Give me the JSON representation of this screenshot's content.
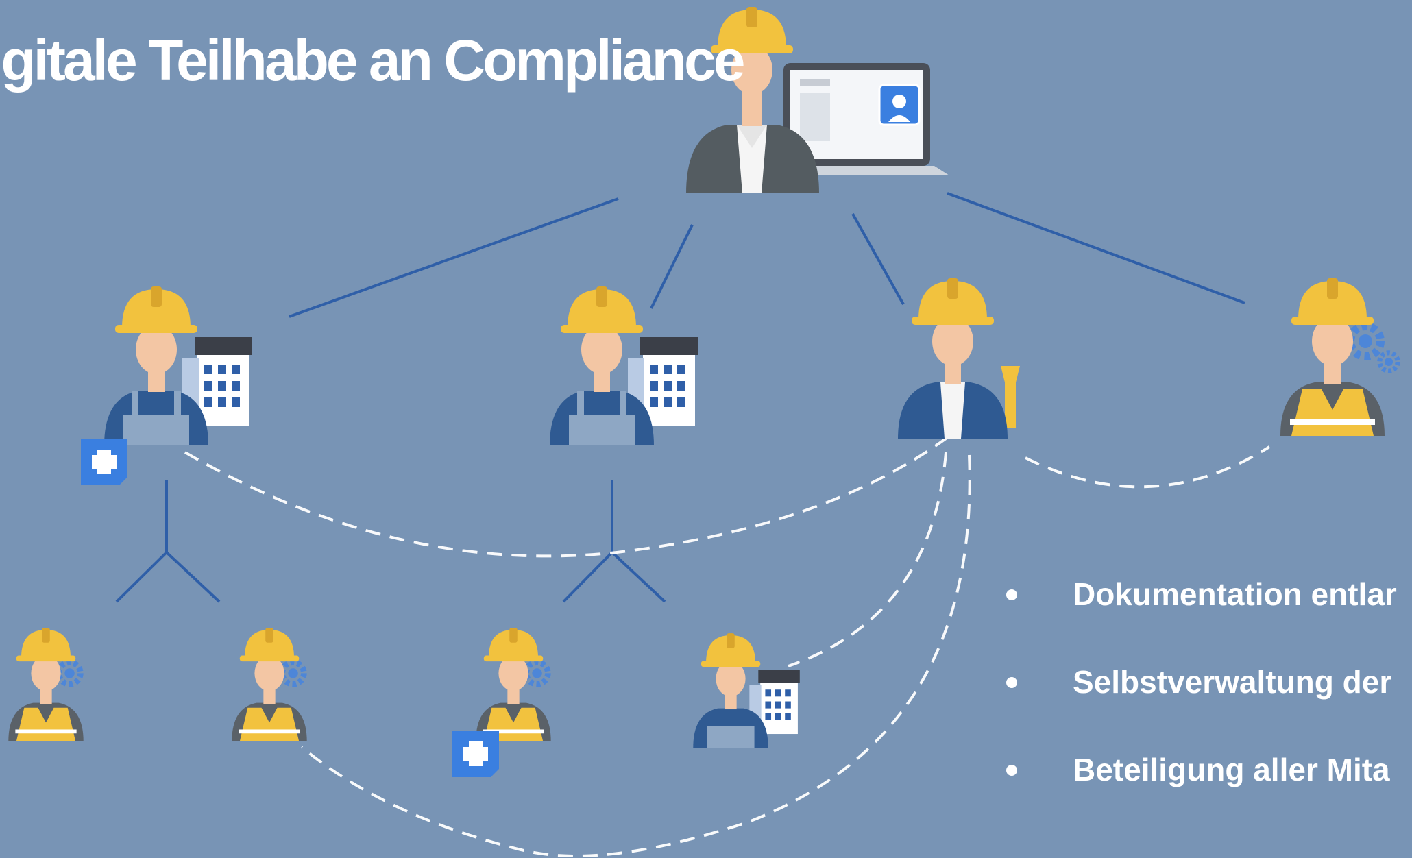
{
  "title": "igitale Teilhabe an Compliance",
  "bullets": [
    "Dokumentation entlar",
    "Selbstverwaltung der",
    "Beteiligung aller Mita"
  ],
  "colors": {
    "background": "#7894b5",
    "line": "#2f5fa8",
    "dashed": "#ffffff",
    "helmet": "#f2c23e",
    "badge": "#3a7fe0"
  },
  "icons": {
    "manager": "manager-laptop-icon",
    "supervisor": "supervisor-flashlight-icon",
    "technician": "technician-gear-icon",
    "facility_worker": "facility-worker-building-icon",
    "add_badge": "add-badge-icon"
  }
}
